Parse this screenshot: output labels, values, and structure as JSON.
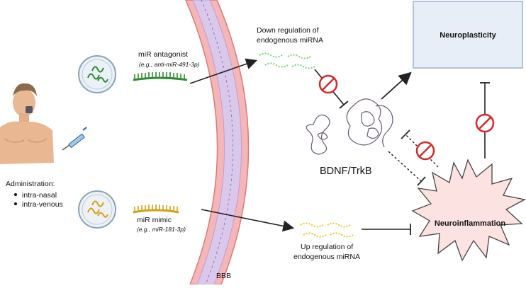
{
  "administration": {
    "title": "Administration:",
    "routes": [
      "intra-nasal",
      "intra-venous"
    ]
  },
  "antagonist": {
    "label": "miR antagonist",
    "example": "(e.g., anti-miR-491-3p)"
  },
  "mimic": {
    "label": "miR mimic",
    "example": "(e.g., miR-181-3p)"
  },
  "down_regulation": {
    "line1": "Down regulation of",
    "line2": "endogenous miRNA"
  },
  "up_regulation": {
    "line1": "Up regulation of",
    "line2": "endogenous miRNA"
  },
  "barrier_label": "BBB",
  "receptor_label": "BDNF/TrkB",
  "neuroplasticity_label": "Neuroplasticity",
  "neuroinflammation_label": "Neuroinflammation",
  "colors": {
    "antagonist_rna": "#2e8b2e",
    "down_miRNA": "#6fd66f",
    "mimic_rna": "#d4a017",
    "up_miRNA": "#f0c419",
    "inhibition": "#d62828",
    "bbb_fill": "#f4b6b6",
    "neuroplasticity_box": "#e8eef7",
    "neuroinflammation_fill": "#fde2e2"
  }
}
